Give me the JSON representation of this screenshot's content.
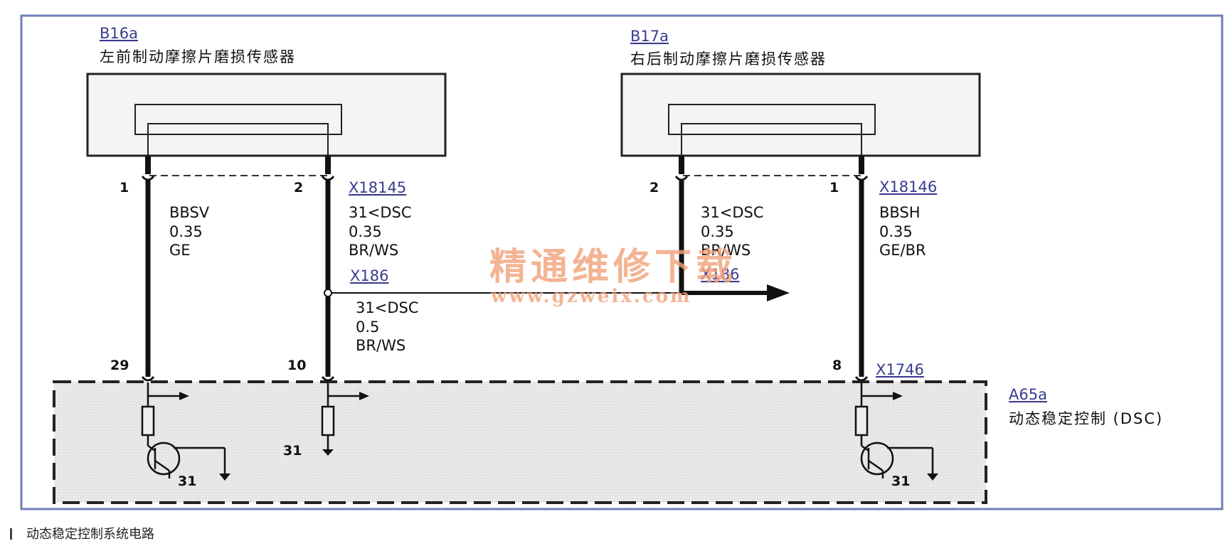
{
  "components": {
    "left_sensor": {
      "id": "B16a",
      "name": "左前制动摩擦片磨损传感器"
    },
    "right_sensor": {
      "id": "B17a",
      "name": "右后制动摩擦片磨损传感器"
    },
    "dsc_module": {
      "id": "A65a",
      "name": "动态稳定控制 (DSC)"
    }
  },
  "connectors": {
    "left": "X18145",
    "right": "X18146",
    "splice_left": "X186",
    "splice_right": "X186",
    "dsc": "X1746"
  },
  "pins": {
    "left_1": "1",
    "left_2": "2",
    "right_2": "2",
    "right_1": "1",
    "dsc_29": "29",
    "dsc_10": "10",
    "dsc_8": "8"
  },
  "wires": {
    "w1": {
      "signal": "BBSV",
      "gauge": "0.35",
      "color": "GE"
    },
    "w2": {
      "signal": "31<DSC",
      "gauge": "0.35",
      "color": "BR/WS"
    },
    "w3": {
      "signal": "31<DSC",
      "gauge": "0.35",
      "color": "BR/WS"
    },
    "w4": {
      "signal": "BBSH",
      "gauge": "0.35",
      "color": "GE/BR"
    },
    "w5": {
      "signal": "31<DSC",
      "gauge": "0.5",
      "color": "BR/WS"
    }
  },
  "grounds": {
    "g1": "31",
    "g2": "31",
    "g3": "31"
  },
  "watermark": {
    "line1": "精通维修下载",
    "line2": "www.gzweix.com"
  },
  "caption": "动态稳定控制系统电路"
}
